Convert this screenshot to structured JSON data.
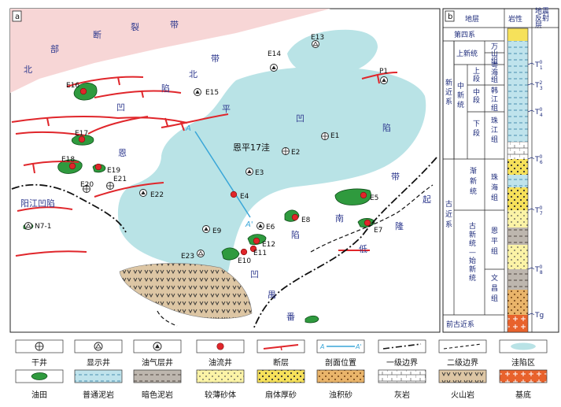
{
  "panels": {
    "a": "a",
    "b": "b"
  },
  "colors": {
    "block": "#f7d6d6",
    "depression": "#b9e3e6",
    "volcanic": "#ddc6a4",
    "oilfield": "#2f9a3e",
    "fault": "#e0262b",
    "section_line": "#3aa6d8",
    "oil_well": "#e0262b",
    "basement": "#e8622c"
  },
  "map": {
    "region_labels": [
      {
        "id": "north-fault-belt-1",
        "text": "北"
      },
      {
        "id": "north-fault-belt-2",
        "text": "部"
      },
      {
        "id": "north-fault-belt-3",
        "text": "断"
      },
      {
        "id": "north-fault-belt-4",
        "text": "裂"
      },
      {
        "id": "north-fault-belt-5",
        "text": "带"
      },
      {
        "id": "north-depression-1",
        "text": "带"
      },
      {
        "id": "north-depression-2",
        "text": "北"
      },
      {
        "id": "north-depression-3",
        "text": "陷"
      },
      {
        "id": "north-depression-4",
        "text": "凹"
      },
      {
        "id": "north-depression-5",
        "text": "恩"
      },
      {
        "id": "enping-depression-1",
        "text": "平"
      },
      {
        "id": "enping-depression-2",
        "text": "凹"
      },
      {
        "id": "enping-depression-3",
        "text": "陷"
      },
      {
        "id": "east-belt",
        "text": "带"
      },
      {
        "id": "uplift-1",
        "text": "起"
      },
      {
        "id": "uplift-2",
        "text": "隆"
      },
      {
        "id": "panyu-low-1",
        "text": "南"
      },
      {
        "id": "panyu-low-2",
        "text": "低"
      },
      {
        "id": "panyu-low-3",
        "text": "陷"
      },
      {
        "id": "panyu-low-4",
        "text": "凹"
      },
      {
        "id": "panyu-low-5",
        "text": "禺"
      },
      {
        "id": "panyu-low-6",
        "text": "番"
      }
    ],
    "sag_name": "恩平17洼",
    "yangjiang_label": "阳江凹陷",
    "section_label_a": "A",
    "section_label_a2": "A'",
    "wells": [
      {
        "id": "E13",
        "label": "E13",
        "type": "show"
      },
      {
        "id": "E14",
        "label": "E14",
        "type": "gas"
      },
      {
        "id": "P1",
        "label": "P1",
        "type": "gas"
      },
      {
        "id": "E15",
        "label": "E15",
        "type": "gas"
      },
      {
        "id": "E16",
        "label": "E16",
        "type": "oil"
      },
      {
        "id": "E17",
        "label": "E17",
        "type": "oil"
      },
      {
        "id": "E18",
        "label": "E18",
        "type": "oil"
      },
      {
        "id": "E19",
        "label": "E19",
        "type": "oil"
      },
      {
        "id": "E20",
        "label": "E20",
        "type": "dry"
      },
      {
        "id": "E21",
        "label": "E21",
        "type": "dry"
      },
      {
        "id": "E22",
        "label": "E22",
        "type": "gas"
      },
      {
        "id": "E1",
        "label": "E1",
        "type": "dry"
      },
      {
        "id": "E2",
        "label": "E2",
        "type": "dry"
      },
      {
        "id": "E3",
        "label": "E3",
        "type": "gas"
      },
      {
        "id": "E4",
        "label": "E4",
        "type": "oil"
      },
      {
        "id": "E5",
        "label": "E5",
        "type": "oil"
      },
      {
        "id": "E6",
        "label": "E6",
        "type": "gas"
      },
      {
        "id": "E7",
        "label": "E7",
        "type": "oil"
      },
      {
        "id": "E8",
        "label": "E8",
        "type": "oil"
      },
      {
        "id": "E9",
        "label": "E9",
        "type": "gas"
      },
      {
        "id": "E10",
        "label": "E10",
        "type": "oil"
      },
      {
        "id": "E11",
        "label": "E11",
        "type": "oil"
      },
      {
        "id": "E12",
        "label": "E12",
        "type": "oil"
      },
      {
        "id": "E23",
        "label": "E23",
        "type": "show"
      },
      {
        "id": "N7-1",
        "label": "N7-1",
        "type": "show"
      }
    ]
  },
  "column": {
    "header": {
      "strata": "地层",
      "lithology": "岩性",
      "seismic": "地震反射层"
    },
    "system": {
      "quaternary": "第四系",
      "neogene": "新近系",
      "paleogene": "古近系",
      "pre_paleogene": "前古近系"
    },
    "series": {
      "pliocene": "上新统",
      "miocene": "中新统",
      "oligocene": "渐新统",
      "eocene": "古新统—始新统"
    },
    "stages": {
      "upper": "上段",
      "middle": "中段",
      "lower": "下段"
    },
    "formations": {
      "wanshan": "万山组",
      "yuehai": "粤海组",
      "hanjiang": "韩江组",
      "zhujiang": "珠江组",
      "zhuhai": "珠海组",
      "enping": "恩平组",
      "wenchang": "文昌组"
    },
    "reflectors": [
      {
        "id": "T1",
        "base": "T",
        "sup": "0",
        "sub": "1"
      },
      {
        "id": "T3",
        "base": "T",
        "sup": "2",
        "sub": "3"
      },
      {
        "id": "T4",
        "base": "T",
        "sup": "0",
        "sub": "4"
      },
      {
        "id": "T6",
        "base": "T",
        "sup": "0",
        "sub": "6"
      },
      {
        "id": "T7",
        "base": "T",
        "sup": "0",
        "sub": "7"
      },
      {
        "id": "T8",
        "base": "T",
        "sup": "0",
        "sub": "8"
      },
      {
        "id": "Tg",
        "base": "Tg",
        "sup": "",
        "sub": ""
      }
    ]
  },
  "legend": {
    "row1": [
      {
        "id": "dry-well",
        "label": "干井"
      },
      {
        "id": "show-well",
        "label": "显示井"
      },
      {
        "id": "gas-well",
        "label": "油气层井"
      },
      {
        "id": "oil-well",
        "label": "油流井"
      },
      {
        "id": "fault",
        "label": "断层"
      },
      {
        "id": "section",
        "label": "剖面位置"
      },
      {
        "id": "primary-boundary",
        "label": "一级边界"
      },
      {
        "id": "secondary-boundary",
        "label": "二级边界"
      },
      {
        "id": "depression",
        "label": "洼陷区"
      }
    ],
    "row2": [
      {
        "id": "oilfield",
        "label": "油田"
      },
      {
        "id": "common-mudstone",
        "label": "普通泥岩"
      },
      {
        "id": "dark-mudstone",
        "label": "暗色泥岩"
      },
      {
        "id": "thin-sand",
        "label": "较薄砂体"
      },
      {
        "id": "fan-sand",
        "label": "扇体厚砂"
      },
      {
        "id": "turbidite",
        "label": "浊积砂"
      },
      {
        "id": "limestone",
        "label": "灰岩"
      },
      {
        "id": "volcanic",
        "label": "火山岩"
      },
      {
        "id": "basement",
        "label": "基底"
      }
    ],
    "section_mark_a": "A",
    "section_mark_a2": "A'"
  }
}
